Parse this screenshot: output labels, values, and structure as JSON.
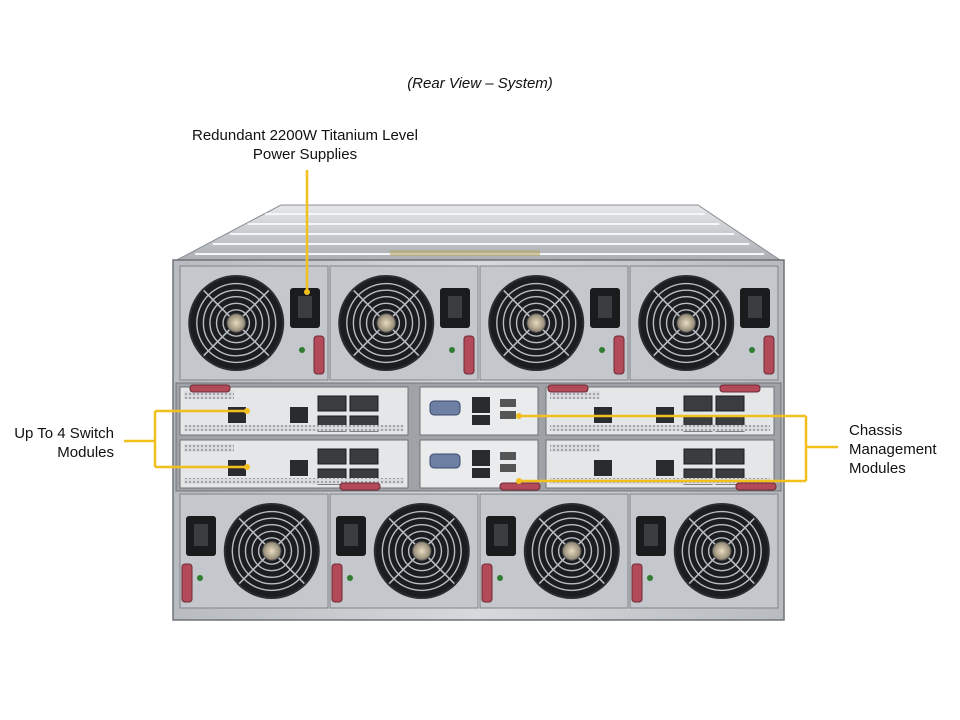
{
  "diagram": {
    "caption": "(Rear View – System)",
    "callouts": {
      "power_supplies": {
        "line1": "Redundant 2200W Titanium Level",
        "line2": "Power Supplies"
      },
      "switch_modules": {
        "line1": "Up To 4 Switch",
        "line2": "Modules"
      },
      "chassis_management": {
        "line1": "Chassis",
        "line2": "Management",
        "line3": "Modules"
      }
    },
    "colors": {
      "callout": "#f2c01e",
      "chassis": "#c9ccd0",
      "chassis_dark": "#6f7378",
      "fan_dark": "#1b1d20",
      "latch": "#b24a5a"
    },
    "counts": {
      "power_supplies": 8,
      "switch_modules": 4,
      "chassis_management_modules": 2
    }
  }
}
